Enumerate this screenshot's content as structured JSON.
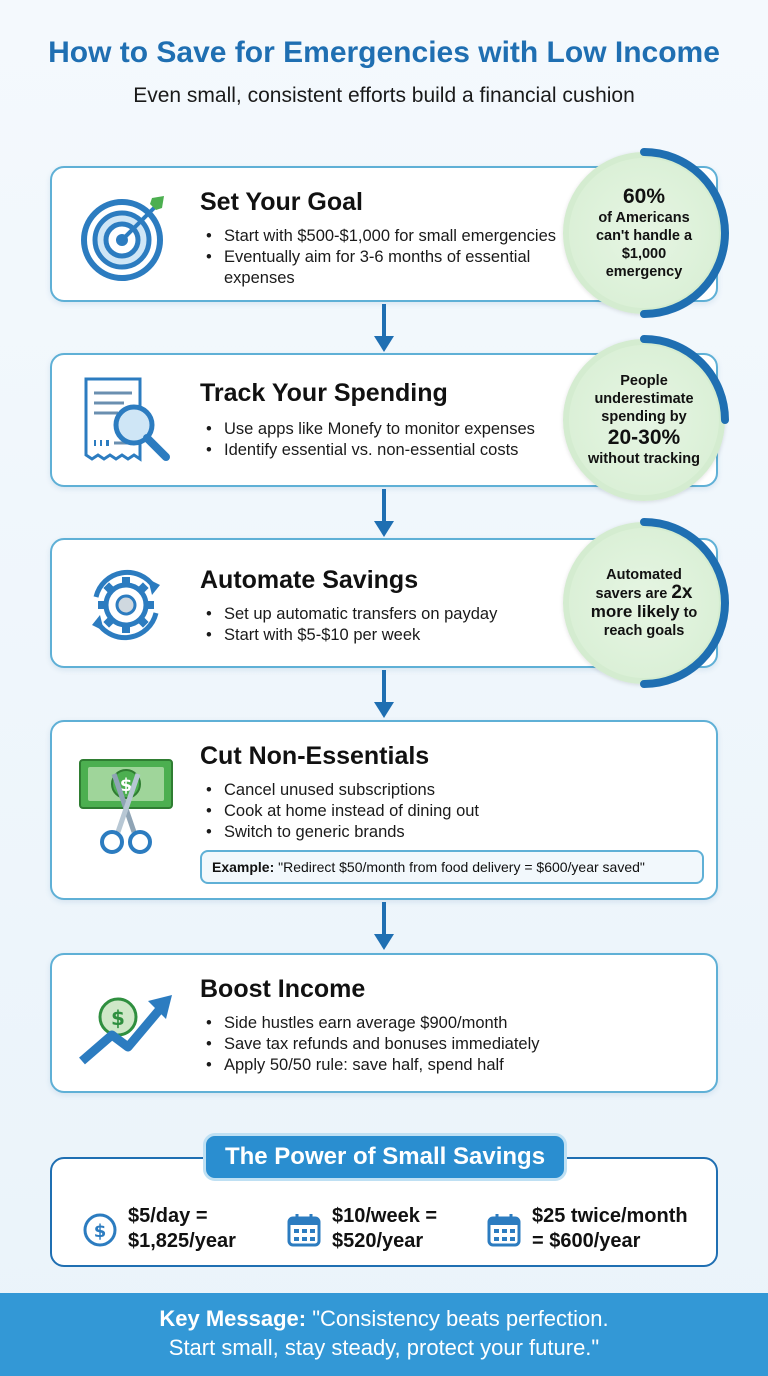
{
  "header": {
    "title": "How to Save for Emergencies with Low Income",
    "subtitle": "Even small, consistent efforts build a financial cushion"
  },
  "steps": [
    {
      "title": "Set Your Goal",
      "icon": "target-icon",
      "bullets": [
        "Start with $500-$1,000 for small emergencies",
        "Eventually aim for 3-6 months of essential",
        "expenses"
      ],
      "stat": {
        "big": "60%",
        "text": "of Americans can't handle a $1,000 emergency"
      }
    },
    {
      "title": "Track Your Spending",
      "icon": "receipt-magnifier-icon",
      "bullets": [
        "Use apps like Monefy to monitor expenses",
        "Identify essential vs. non-essential costs"
      ],
      "stat": {
        "pre": "People underestimate spending by",
        "big": "20-30%",
        "post": "without tracking"
      }
    },
    {
      "title": "Automate Savings",
      "icon": "gear-cycle-icon",
      "bullets": [
        "Set up automatic transfers on payday",
        "Start with $5-$10 per week"
      ],
      "stat": {
        "pre": "Automated savers are",
        "big": "2x",
        "mid": "more likely",
        "post": "to reach goals"
      }
    },
    {
      "title": "Cut Non-Essentials",
      "icon": "money-scissors-icon",
      "bullets": [
        "Cancel unused subscriptions",
        "Cook at home instead of dining out",
        "Switch to generic brands"
      ],
      "example_label": "Example:",
      "example_text": "\"Redirect $50/month from food delivery = $600/year saved\""
    },
    {
      "title": "Boost Income",
      "icon": "trend-up-coin-icon",
      "bullets": [
        "Side hustles earn average $900/month",
        "Save tax refunds and bonuses immediately",
        "Apply 50/50 rule: save half, spend half"
      ]
    }
  ],
  "power": {
    "title": "The Power of Small Savings",
    "items": [
      {
        "line1": "$5/day =",
        "line2": "$1,825/year",
        "icon": "dollar-coin-icon"
      },
      {
        "line1": "$10/week =",
        "line2": "$520/year",
        "icon": "calendar-icon"
      },
      {
        "line1": "$25 twice/month",
        "line2": "= $600/year",
        "icon": "calendar-icon"
      }
    ]
  },
  "footer": {
    "label": "Key Message:",
    "line1": "\"Consistency beats perfection.",
    "line2": "Start small, stay steady, protect your future.\""
  },
  "colors": {
    "primary": "#1f6fb2",
    "accent": "#2a8ed0",
    "card_border": "#5fb0d6",
    "stat_green": "#d6eed2",
    "footer": "#3398d6"
  }
}
